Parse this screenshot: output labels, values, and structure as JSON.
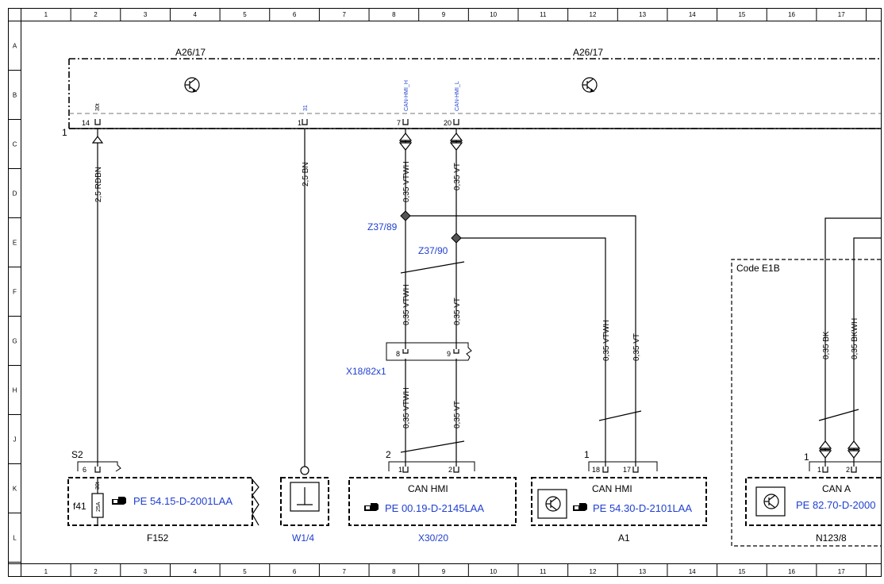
{
  "grid": {
    "columns": [
      "1",
      "2",
      "3",
      "4",
      "5",
      "6",
      "7",
      "8",
      "9",
      "10",
      "11",
      "12",
      "13",
      "14",
      "15",
      "16",
      "17"
    ],
    "rows": [
      "A",
      "B",
      "C",
      "D",
      "E",
      "F",
      "G",
      "H",
      "J",
      "K",
      "L"
    ]
  },
  "control_unit": {
    "label_left": "A26/17",
    "label_right": "A26/17",
    "connector_number": "1",
    "pins": [
      {
        "pin": "14",
        "signal": "30t"
      },
      {
        "pin": "1",
        "signal": "31"
      },
      {
        "pin": "7",
        "signal": "CAN-HMI_H"
      },
      {
        "pin": "20",
        "signal": "CAN-HMI_L"
      }
    ]
  },
  "wires": {
    "w_rdbn": "2,5 RDBN",
    "w_bn": "2,5 BN",
    "w_vtwh_top": "0,35 VTWH",
    "w_vt_top": "0,35 VT",
    "w_vtwh_mid": "0,35 VTWH",
    "w_vt_mid": "0,35 VT",
    "w_vtwh_bot": "0,35 VTWH",
    "w_vt_bot": "0,35 VT",
    "w_a1_vtwh": "0,35 VTWH",
    "w_a1_vt": "0,35 VT",
    "w_n123_bk": "0,35 BK",
    "w_n123_bkwh": "0,35 BKWH"
  },
  "splices": {
    "z1": "Z37/89",
    "z2": "Z37/90"
  },
  "inline_connector": {
    "name": "X18/82x1",
    "pin_a": "8",
    "pin_b": "9"
  },
  "code_box": {
    "label": "Code E1B"
  },
  "components": {
    "f152": {
      "name": "F152",
      "connector": "S2",
      "pin": "6",
      "signal": "30t",
      "fuse_label": "f41",
      "fuse_rating": "25A",
      "ref": "PE 54.15-D-2001LAA"
    },
    "w14": {
      "name": "W1/4"
    },
    "x30": {
      "name": "X30/20",
      "connector": "2",
      "pin_a": "1",
      "pin_b": "2",
      "title": "CAN HMI",
      "ref": "PE 00.19-D-2145LAA"
    },
    "a1": {
      "name": "A1",
      "connector": "1",
      "pin_a": "18",
      "pin_b": "17",
      "title": "CAN HMI",
      "ref": "PE 54.30-D-2101LAA"
    },
    "n123": {
      "name": "N123/8",
      "connector": "1",
      "pin_a": "1",
      "pin_b": "2",
      "title": "CAN A",
      "ref": "PE 82.70-D-2000"
    }
  }
}
